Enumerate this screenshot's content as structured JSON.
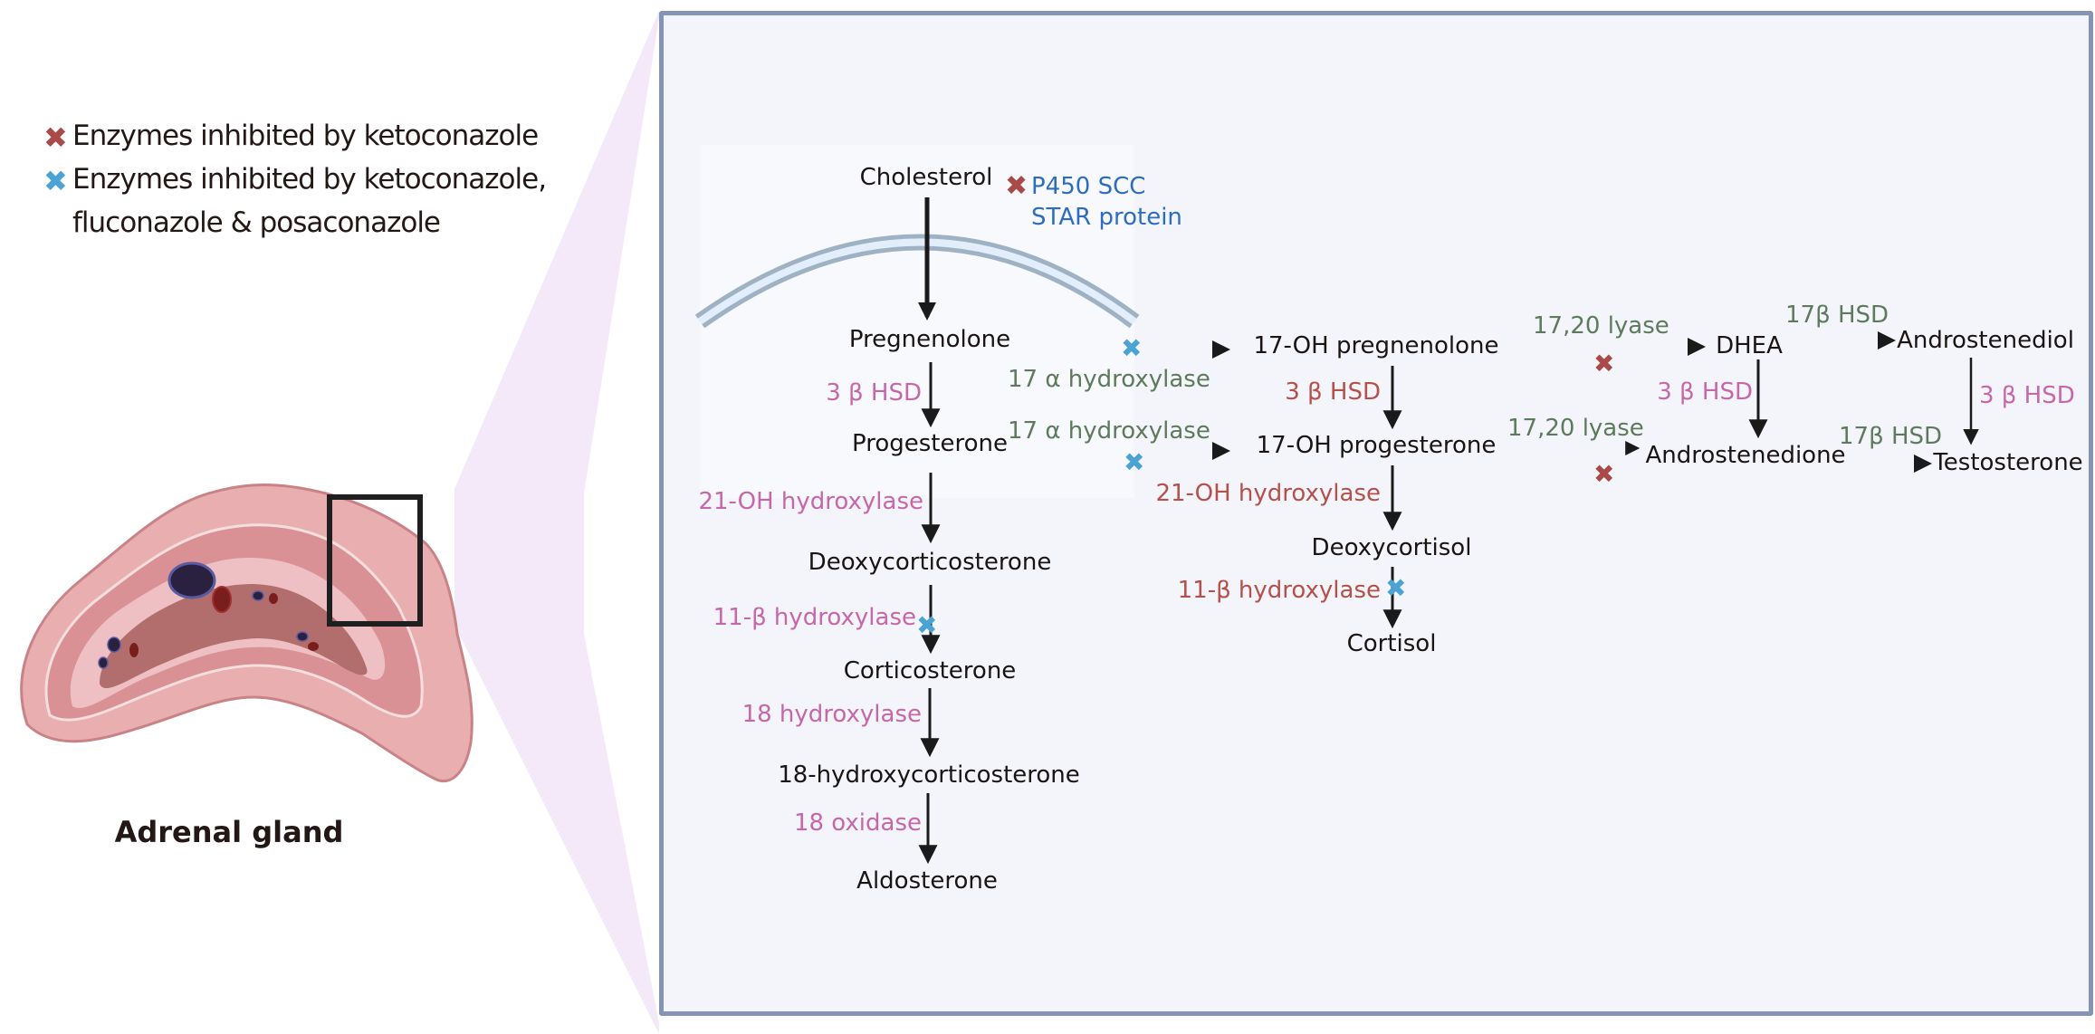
{
  "legend": {
    "items": [
      {
        "icon": "x-mark-red-icon",
        "color": "#a94a48",
        "label": "Enzymes inhibited by ketoconazole"
      },
      {
        "icon": "x-mark-blue-icon",
        "color": "#4aa3d3",
        "label": "Enzymes inhibited by ketoconazole,",
        "label_line2": "fluconazole & posaconazole"
      }
    ]
  },
  "illustration": {
    "title": "Adrenal gland"
  },
  "pathway": {
    "molecules": {
      "cholesterol": "Cholesterol",
      "pregnenolone": "Pregnenolone",
      "progesterone": "Progesterone",
      "deoxycorticosterone": "Deoxycorticosterone",
      "corticosterone": "Corticosterone",
      "hydroxycorticosterone": "18-hydroxycorticosterone",
      "aldosterone": "Aldosterone",
      "oh_pregnenolone": "17-OH pregnenolone",
      "oh_progesterone": "17-OH progesterone",
      "deoxycortisol": "Deoxycortisol",
      "cortisol": "Cortisol",
      "dhea": "DHEA",
      "androstenediol": "Androstenediol",
      "androstenedione": "Androstenedione",
      "testosterone": "Testosterone"
    },
    "enzymes": {
      "p450scc": "P450 SCC",
      "star": "STAR protein",
      "hsd3b_left": "3 β HSD",
      "oh21_left": "21-OH hydroxylase",
      "hyd11b_left": "11-β hydroxylase",
      "hyd18": "18 hydroxylase",
      "ox18": "18 oxidase",
      "hyd17a_top": "17 α hydroxylase",
      "hyd17a_bottom": "17 α hydroxylase",
      "hsd3b_mid": "3 β HSD",
      "oh21_mid": "21-OH hydroxylase",
      "hyd11b_mid": "11-β hydroxylase",
      "lyase_top": "17,20 lyase",
      "lyase_bottom": "17,20 lyase",
      "hsd3b_dhea": "3 β HSD",
      "hsd17b_top": "17β HSD",
      "hsd17b_bottom": "17β HSD",
      "hsd3b_right": "3 β HSD"
    },
    "inhibition_marks": [
      {
        "at": "P450 SCC / STAR protein",
        "type": "ketoconazole"
      },
      {
        "at": "17 α hydroxylase (pregnenolone)",
        "type": "ketoconazole, fluconazole & posaconazole"
      },
      {
        "at": "17 α hydroxylase (progesterone)",
        "type": "ketoconazole, fluconazole & posaconazole"
      },
      {
        "at": "11-β hydroxylase (corticosterone)",
        "type": "ketoconazole, fluconazole & posaconazole"
      },
      {
        "at": "11-β hydroxylase (cortisol)",
        "type": "ketoconazole, fluconazole & posaconazole"
      },
      {
        "at": "17,20 lyase (DHEA)",
        "type": "ketoconazole"
      },
      {
        "at": "17,20 lyase (androstenedione)",
        "type": "ketoconazole"
      }
    ],
    "colors": {
      "zona_glomerulosa": "#c667aa",
      "zona_fasciculata": "#b5504b",
      "shared": "#5e7a5c",
      "mitochondrial": "#2e6cc0"
    }
  }
}
